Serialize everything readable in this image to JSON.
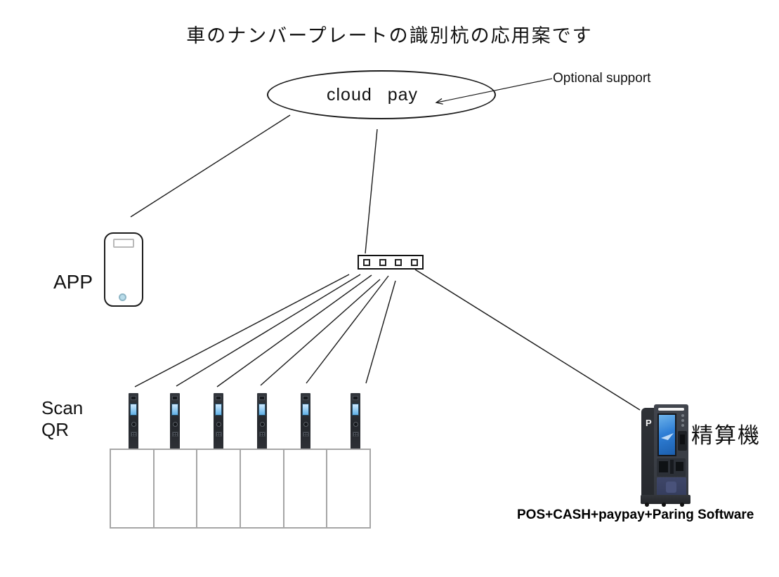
{
  "title": "車のナンバープレートの識別杭の応用案です",
  "cloud": {
    "label": "cloud pay",
    "annotation": "Optional support"
  },
  "app": {
    "label": "APP"
  },
  "scan_qr": {
    "line1": "Scan",
    "line2": "QR"
  },
  "hub": {
    "port_count": 4
  },
  "parking": {
    "post_count": 6,
    "space_count": 6
  },
  "kiosk": {
    "badge": "P",
    "label": "精算機",
    "caption": "POS+CASH+paypay+Paring Software"
  },
  "colors": {
    "line": "#1a1a1a",
    "grid_border": "#a6a6a6",
    "post_screen_top": "#cfeafe",
    "post_screen_bottom": "#5fb0e6",
    "kiosk_screen": "#2f7fd6",
    "kiosk_panel": "#3e4668",
    "phone_home": "#b9dcea"
  }
}
